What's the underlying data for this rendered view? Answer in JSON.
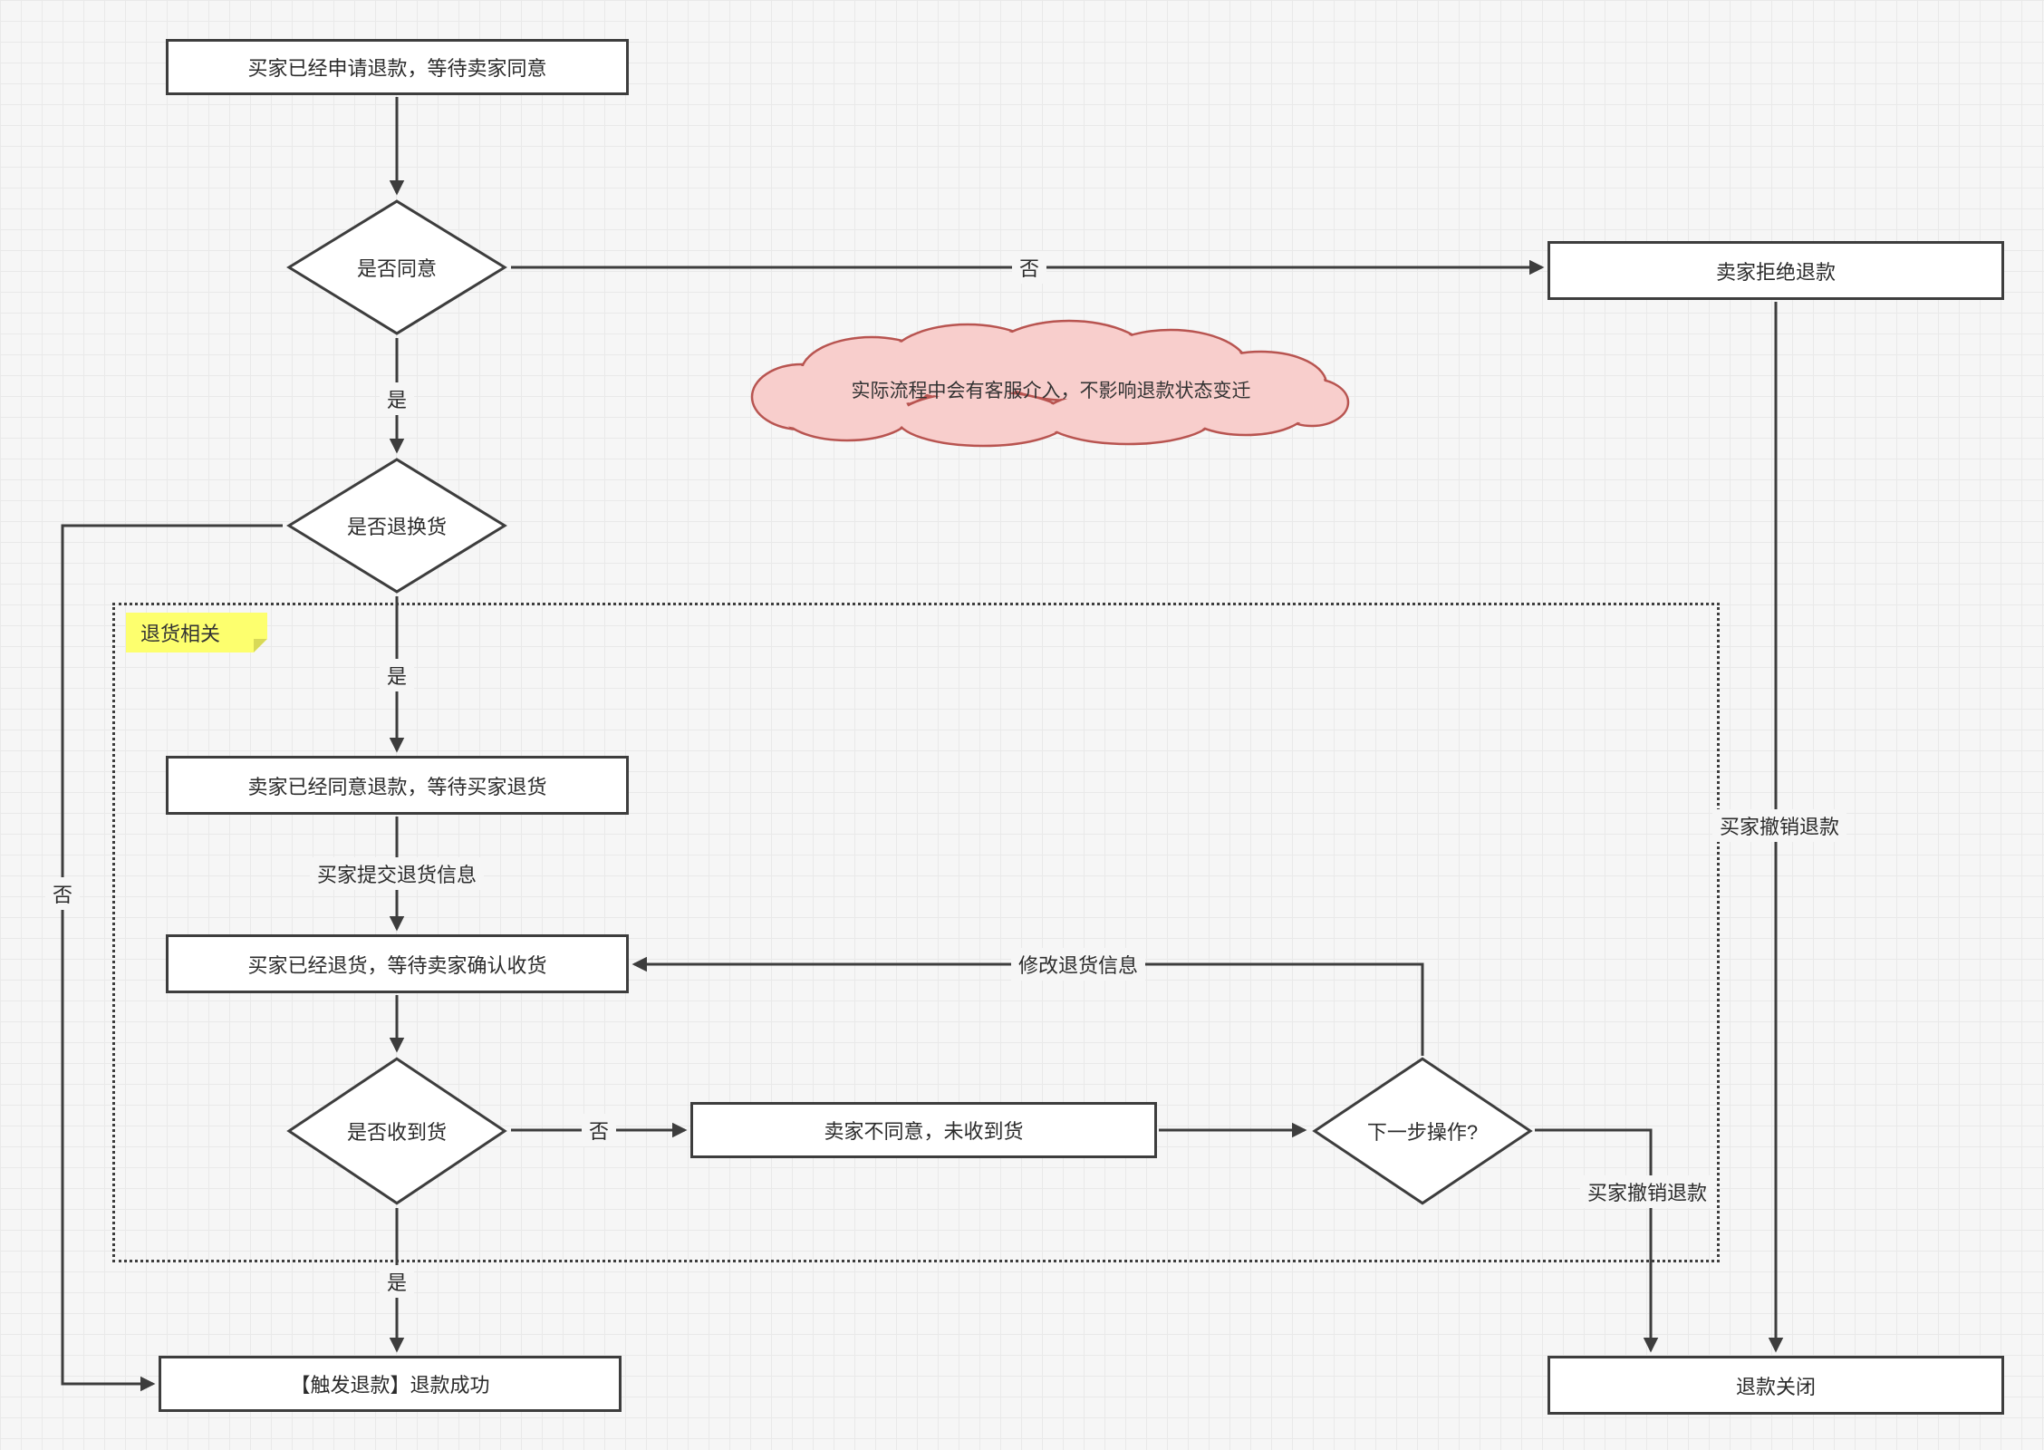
{
  "diagram": {
    "nodes": {
      "start": "买家已经申请退款，等待卖家同意",
      "decision_agree": "是否同意",
      "seller_reject": "卖家拒绝退款",
      "cloud_note": "实际流程中会有客服介入，不影响退款状态变迁",
      "decision_return": "是否退换货",
      "group_label": "退货相关",
      "seller_agreed": "卖家已经同意退款，等待买家退货",
      "buyer_returned": "买家已经退货，等待卖家确认收货",
      "decision_received": "是否收到货",
      "seller_disagree": "卖家不同意，未收到货",
      "decision_next": "下一步操作?",
      "refund_success": "【触发退款】退款成功",
      "refund_closed": "退款关闭"
    },
    "edge_labels": {
      "agree_no": "否",
      "agree_yes": "是",
      "return_yes": "是",
      "return_no": "否",
      "submit_info": "买家提交退货信息",
      "received_no": "否",
      "received_yes": "是",
      "modify_info": "修改退货信息",
      "cancel_from_reject": "买家撤销退款",
      "cancel_from_next": "买家撤销退款"
    },
    "colors": {
      "line": "#3d3d3d",
      "node_fill": "#ffffff",
      "cloud_fill": "#f8cecc",
      "cloud_stroke": "#b85450",
      "note_fill": "#fdff6e"
    }
  }
}
